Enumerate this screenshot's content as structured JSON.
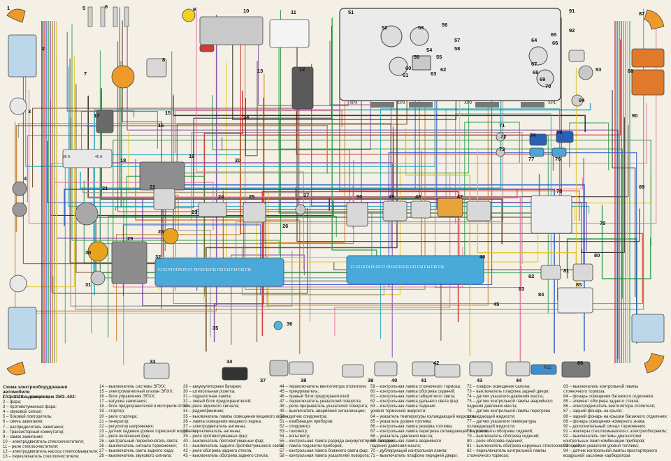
{
  "legend": {
    "title_lines": [
      "Схема электрооборудования автомобиля",
      "ГАЗ–3110 с двигателем ЗМЗ–402:"
    ],
    "columns": [
      [
        "1 – указатель поворота;",
        "2 – фара;",
        "3 – противотуманная фара;",
        "4 – звуковой сигнал;",
        "5 – боковой повторитель;",
        "6 – свеча зажигания;",
        "7 – распределитель зажигания;",
        "8 – транзисторный коммутатор;",
        "9 – замок зажигания;",
        "10 – электродвигатель стеклоочистителя;",
        "11 – реле стеклоочистителя;",
        "12 – электродвигатель насоса стеклоомывателя;",
        "13 – переключатель стеклоочистителя;"
      ],
      [
        "14 – выключатель системы ЭПХХ;",
        "15 – электромагнитный клапан ЭПХХ;",
        "16 – блок управления ЭПХХ;",
        "17 – катушка зажигания;",
        "18 – блок предохранителей в моторном отсеке;",
        "19 – стартер;",
        "20 – реле стартера;",
        "21 – генератор;",
        "22 – регулятор напряжения;",
        "23 – датчик падения уровня тормозной жидкости;",
        "24 – реле включения фар;",
        "25 – центральный переключатель света;",
        "26 – выключатель сигнала торможения;",
        "27 – выключатель света заднего хода;",
        "28 – выключатель звукового сигнала;"
      ],
      [
        "29 – аккумуляторная батарея;",
        "30 – штепсельная розетка;",
        "31 – подкапотная лампа;",
        "32 – левый блок предохранителей;",
        "33 – реле звукового сигнала;",
        "34 – радиоприемник;",
        "35 – выключатель лампы освещения вещевого ящика;",
        "36 – лампа освещения вещевого ящика;",
        "37 – электродвигатель антенны;",
        "38 – переключатель антенны;",
        "39 – реле противотуманных фар;",
        "40 – выключатель противотуманных фар;",
        "41 – выключатель заднего противотуманного света;",
        "42 – реле обогрева заднего стекла;",
        "43 – выключатель обогрева заднего стекла;"
      ],
      [
        "44 – переключатель вентилятора отопителя;",
        "45 – прикуриватель;",
        "46 – правый блок предохранителей;",
        "47 – переключатель указателей поворота;",
        "48 – реле-прерыватель указателей поворота;",
        "49 – выключатель аварийной сигнализации;",
        "50 – датчик спидометра;",
        "51 – комбинация приборов;",
        "52 – спидометр;",
        "53 – тахометр;",
        "54 – вольтметр;",
        "55 – контрольная лампа разряда аккумуляторной батареи;",
        "56 – лампа подсветки приборов;",
        "57 – контрольная лампа ближнего света фар;",
        "58 – контрольная лампа указателей поворота;"
      ],
      [
        "59 – контрольная лампа стояночного тормоза;",
        "60 – контрольная лампа обогрева сидений;",
        "61 – контрольная лампа габаритного света;",
        "62 – контрольная лампа дальнего света фар;",
        "63 – контрольная лампа падения",
        "      уровня тормозной жидкости;",
        "64 – указатель температуры охлаждающей жидкости;",
        "65 – указатель уровня топлива;",
        "66 – контрольная лампа резерва топлива;",
        "67 – контрольная лампа перегрева охлаждающей жидкости;",
        "68 – указатель давления масла;",
        "69 – контрольная лампа аварийного",
        "      падения давления масла;",
        "70 – дублирующий контрольная лампа;",
        "71 – выключатель плафона передней двери;"
      ],
      [
        "72 – плафон освещения салона;",
        "73 – выключатель плафона задней двери;",
        "74 – датчик указателя давления масла;",
        "75 – датчик контрольной лампы аварийного",
        "      падения давления масла;",
        "76 – датчик контрольной лампы перегрева",
        "      охлаждающей жидкости;",
        "77 – датчик указателя температуры",
        "      охлаждающей жидкости;",
        "78 – элементы обогрева сидений;",
        "79 – выключатель обогрева сидений;",
        "80 – реле обогрева сидений;",
        "81 – выключатель обогрева наружных стеклоочистителей;",
        "82 – переключатель контрольной лампы",
        "      стояночного тормоза;"
      ],
      [
        "83 – выключатель контрольной лампы",
        "      стояночного тормоза;",
        "84 – фонарь освещения багажного отделения;",
        "85 – элемент обогрева заднего стекла;",
        "86 – электродвигатель вентилятора отопителя;",
        "87 – задний фонарь на крыле;",
        "88 – задний фонарь на крышке багажного отделения;",
        "89 – фонарь освещения номерного знака;",
        "90 – дополнительный сигнал торможения;",
        "91 – жиклеры стеклоомывателя с электрообогревом;",
        "92 – выключатель системы диагностики",
        "      контрольных ламп комбинации приборов;",
        "93 – датчик указателя уровня топлива;",
        "94 – датчик контрольной лампы пристартерного",
        "      воздушной заслонки карбюратора"
      ]
    ]
  },
  "component_labels": [
    "1",
    "2",
    "3",
    "4",
    "5",
    "6",
    "7",
    "8",
    "9",
    "10",
    "11",
    "12",
    "13",
    "14",
    "15",
    "16",
    "17",
    "18",
    "19",
    "20",
    "21",
    "22",
    "23",
    "24",
    "25",
    "26",
    "27",
    "28",
    "29",
    "30",
    "31",
    "32",
    "33",
    "34",
    "35",
    "36",
    "37",
    "38",
    "39",
    "40",
    "41",
    "42",
    "43",
    "44",
    "45",
    "46",
    "47",
    "48",
    "49",
    "50",
    "51",
    "52",
    "53",
    "54",
    "55",
    "56",
    "57",
    "58",
    "59",
    "60",
    "61",
    "62",
    "63",
    "64",
    "65",
    "66",
    "67",
    "68",
    "69",
    "70",
    "71",
    "72",
    "73",
    "74",
    "75",
    "76",
    "77",
    "78",
    "79",
    "80",
    "81",
    "82",
    "83",
    "84",
    "85",
    "86",
    "87",
    "88",
    "89",
    "90",
    "91",
    "92",
    "93",
    "94"
  ],
  "connector_labels": {
    "xp4": "ХР4",
    "xp3": "ХР3",
    "xp2": "ХР2",
    "xp1": "ХР1"
  },
  "fuse_labels": {
    "left_block": "F1 F2 F3 F4 F5 F6 F7 F8 F9 F10 F11 F12 F13 F14 F15 F16",
    "right_block": "F1 F2 F3 F4 F5 F6 F7 F8 F9 F10 F11 F12 F13 F14 F15 F16"
  },
  "part_texts": {
    "fuse_18_a": "30 А",
    "fuse_18_b": "40 А",
    "resistor_22": "R12"
  },
  "wire_colors": [
    "#1a1a1a",
    "#d21f1f",
    "#1f4fc8",
    "#1e8f3a",
    "#7a3fa0",
    "#c87a1e",
    "#8a8a8a",
    "#e0c21c",
    "#1fa6b8",
    "#e06fa0",
    "#5a3a1a",
    "#2f9e4f"
  ]
}
